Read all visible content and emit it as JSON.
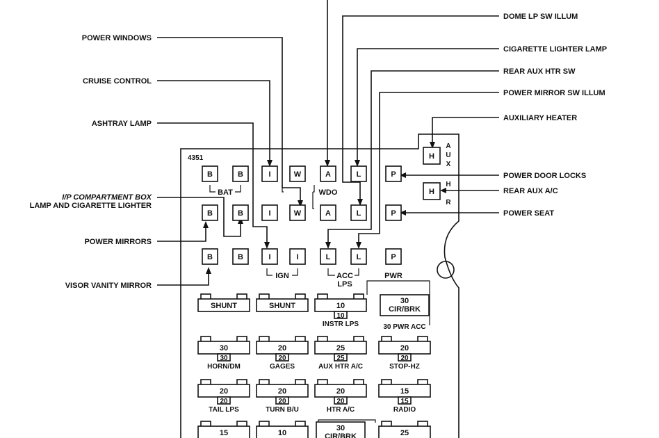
{
  "diagram_id": "4351",
  "callouts_left": {
    "power_windows": "POWER WINDOWS",
    "cruise_control": "CRUISE CONTROL",
    "ashtray_lamp": "ASHTRAY LAMP",
    "ip_compartment_line1": "I/P COMPARTMENT BOX",
    "ip_compartment_line2": "LAMP AND CIGARETTE LIGHTER",
    "power_mirrors": "POWER MIRRORS",
    "visor_vanity_mirror": "VISOR VANITY MIRROR"
  },
  "callouts_right": {
    "dome_lp": "DOME LP SW ILLUM",
    "cigarette_lighter_lamp": "CIGARETTE LIGHTER LAMP",
    "rear_aux_htr_sw": "REAR AUX HTR SW",
    "power_mirror_sw_illum": "POWER MIRROR SW ILLUM",
    "auxiliary_heater": "AUXILIARY HEATER",
    "power_door_locks": "POWER DOOR LOCKS",
    "rear_aux_ac": "REAR AUX A/C",
    "power_seat": "POWER SEAT"
  },
  "terminals": {
    "row1": [
      "B",
      "B",
      "I",
      "W",
      "A",
      "L",
      "P"
    ],
    "row2": [
      "B",
      "B",
      "I",
      "W",
      "A",
      "L",
      "P"
    ],
    "row3": [
      "B",
      "B",
      "I",
      "I",
      "L",
      "L",
      "P"
    ],
    "aux_h1": "H",
    "aux_h2": "H"
  },
  "group_labels": {
    "bat": "BAT",
    "wdo": "WDO",
    "ign": "IGN",
    "acc": "ACC",
    "lps": "LPS",
    "pwr": "PWR",
    "aux_a": "A",
    "aux_u": "U",
    "aux_x": "X",
    "h_h": "H",
    "h_r": "R"
  },
  "fuse_rows": [
    [
      {
        "value": "SHUNT",
        "sub": "",
        "label": ""
      },
      {
        "value": "SHUNT",
        "sub": "",
        "label": ""
      },
      {
        "value": "10",
        "sub": "10",
        "label": "INSTR LPS"
      },
      {
        "value": "30\nCIR/BRK",
        "sub": "",
        "label": "30 PWR ACC"
      }
    ],
    [
      {
        "value": "30",
        "sub": "30",
        "label": "HORN/DM"
      },
      {
        "value": "20",
        "sub": "20",
        "label": "GAGES"
      },
      {
        "value": "25",
        "sub": "25",
        "label": "AUX HTR A/C"
      },
      {
        "value": "20",
        "sub": "20",
        "label": "STOP-HZ"
      }
    ],
    [
      {
        "value": "20",
        "sub": "20",
        "label": "TAIL LPS"
      },
      {
        "value": "20",
        "sub": "20",
        "label": "TURN B/U"
      },
      {
        "value": "20",
        "sub": "20",
        "label": "HTR A/C"
      },
      {
        "value": "15",
        "sub": "15",
        "label": "RADIO"
      }
    ],
    [
      {
        "value": "15",
        "sub": "",
        "label": ""
      },
      {
        "value": "10",
        "sub": "",
        "label": ""
      },
      {
        "value": "30\nCIR/BRK",
        "sub": "",
        "label": ""
      },
      {
        "value": "25",
        "sub": "",
        "label": ""
      }
    ]
  ]
}
